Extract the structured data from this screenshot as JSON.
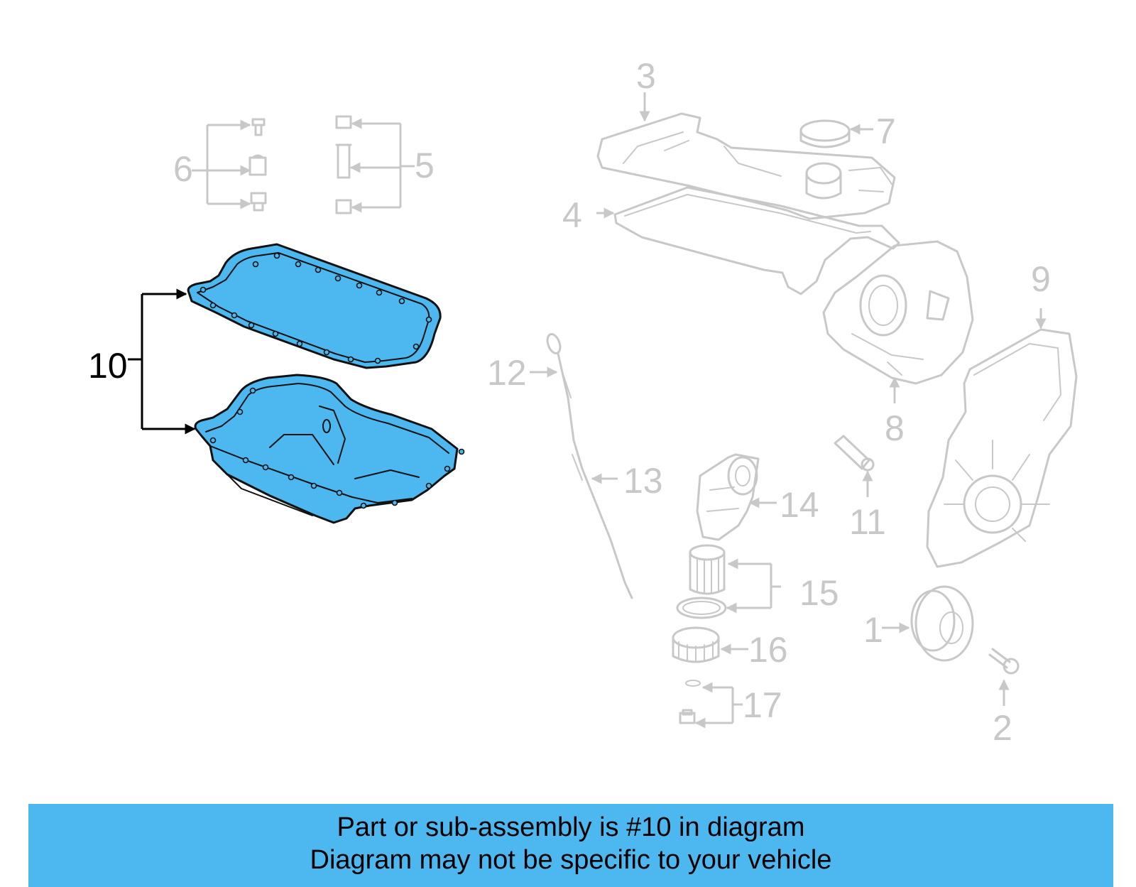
{
  "diagram": {
    "callouts": {
      "c1": "1",
      "c2": "2",
      "c3": "3",
      "c4": "4",
      "c5": "5",
      "c6": "6",
      "c7": "7",
      "c8": "8",
      "c9": "9",
      "c10": "10",
      "c11": "11",
      "c12": "12",
      "c13": "13",
      "c14": "14",
      "c15": "15",
      "c16": "16",
      "c17": "17"
    },
    "highlighted_part": "10",
    "colors": {
      "highlight": "#4db8f0",
      "inactive": "#c8c8c8",
      "active": "#000000"
    }
  },
  "banner": {
    "line1": "Part or sub-assembly is #10 in diagram",
    "line2": "Diagram may not be specific to your vehicle"
  }
}
